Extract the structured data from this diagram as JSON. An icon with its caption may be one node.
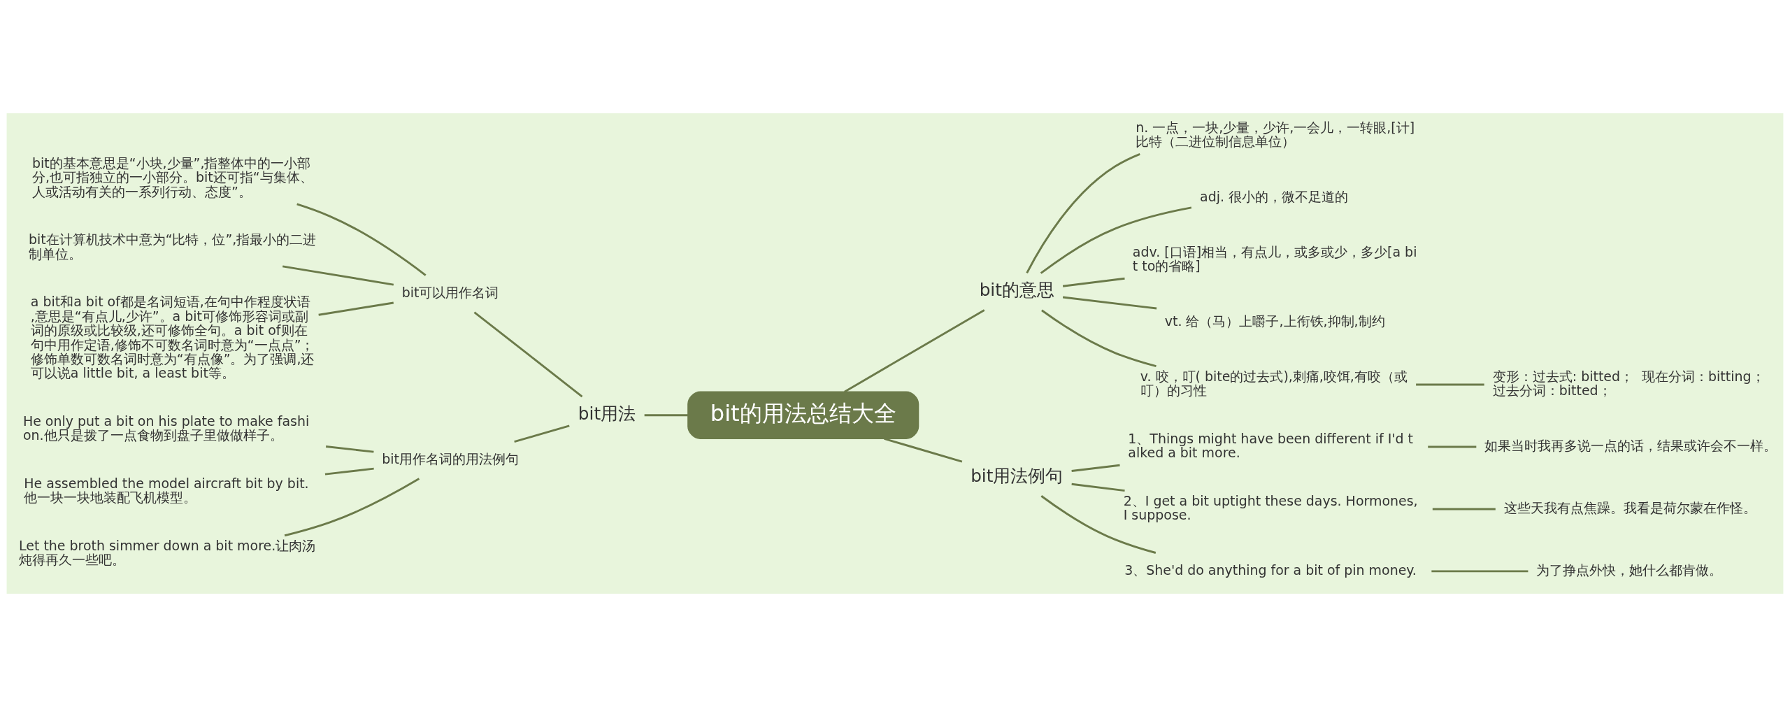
{
  "diagram": {
    "nodes": [
      {
        "text": [
          "bit的用法总结大全"
        ]
      },
      {
        "text": [
          "bit的意思"
        ]
      },
      {
        "text": [
          "n. 一点，一块,少量，少许,一会儿，一转眼,[计] 比特（二进位制信息单位）"
        ]
      },
      {
        "text": [
          "adj. 很小的，微不足道的"
        ]
      },
      {
        "text": [
          "adv. [口语]相当，有点儿，或多或少，多少[a bit to的省略]"
        ]
      },
      {
        "text": [
          "vt. 给（马）上嚼子,上衔铁,抑制,制约"
        ]
      },
      {
        "text": [
          "v. 咬，叮( bite的过去式),刺痛,咬饵,有咬（或叮）的习性"
        ]
      },
      {
        "text": [
          "变形：过去式: bitted；  现在分词：bitting；过去分词：bitted；"
        ]
      },
      {
        "text": [
          "bit用法例句"
        ]
      },
      {
        "text": [
          "1、Things might have been different if I'd talked a bit more."
        ]
      },
      {
        "text": [
          "如果当时我再多说一点的话，结果或许会不一样。"
        ]
      },
      {
        "text": [
          "2、I get a bit uptight these days. Hormones, I suppose."
        ]
      },
      {
        "text": [
          "这些天我有点焦躁。我看是荷尔蒙在作怪。"
        ]
      },
      {
        "text": [
          "3、She'd do anything for a bit of pin money."
        ]
      },
      {
        "text": [
          "为了挣点外快，她什么都肯做。"
        ]
      },
      {
        "text": [
          "bit用法"
        ]
      },
      {
        "text": [
          "bit可以用作名词"
        ]
      },
      {
        "text": [
          "bit的基本意思是“小块,少量”,指整体中的一小部分,也可指独立的一小部分。bit还可指“与集体、人或活动有关的一系列行动、态度”。"
        ]
      },
      {
        "text": [
          "bit在计算机技术中意为“比特，位”,指最小的二进制单位。"
        ]
      },
      {
        "text": [
          "a bit和a bit of都是名词短语,在句中作程度状语,意思是“有点儿,少许”。a bit可修饰形容词或副词的原级或比较级,还可修饰全句。a bit of则在句中用作定语,修饰不可数名词时意为“一点点”；修饰单数可数名词时意为“有点像”。为了强调,还可以说a little bit, a least bit等。"
        ]
      },
      {
        "text": [
          "bit用作名词的用法例句"
        ]
      },
      {
        "text": [
          "He only put a bit on his plate to make fashion.他只是拨了一点食物到盘子里做做样子。"
        ]
      },
      {
        "text": [
          "He assembled the model aircraft bit by bit.他一块一块地装配飞机模型。"
        ]
      },
      {
        "text": [
          "Let the broth simmer down a bit more.让肉汤炖得再久一些吧。"
        ]
      }
    ],
    "edges": [
      {
        "from": 0,
        "to": 1,
        "arrow": "none"
      },
      {
        "from": 1,
        "to": 2,
        "arrow": "none"
      },
      {
        "from": 1,
        "to": 3,
        "arrow": "none"
      },
      {
        "from": 1,
        "to": 4,
        "arrow": "none"
      },
      {
        "from": 1,
        "to": 5,
        "arrow": "none"
      },
      {
        "from": 1,
        "to": 6,
        "arrow": "none"
      },
      {
        "from": 6,
        "to": 7,
        "arrow": "none"
      },
      {
        "from": 0,
        "to": 8,
        "arrow": "none"
      },
      {
        "from": 8,
        "to": 9,
        "arrow": "none"
      },
      {
        "from": 9,
        "to": 10,
        "arrow": "none"
      },
      {
        "from": 8,
        "to": 11,
        "arrow": "none"
      },
      {
        "from": 11,
        "to": 12,
        "arrow": "none"
      },
      {
        "from": 8,
        "to": 13,
        "arrow": "none"
      },
      {
        "from": 13,
        "to": 14,
        "arrow": "none"
      },
      {
        "from": 0,
        "to": 15,
        "arrow": "none"
      },
      {
        "from": 15,
        "to": 16,
        "arrow": "none"
      },
      {
        "from": 16,
        "to": 17,
        "arrow": "none"
      },
      {
        "from": 16,
        "to": 18,
        "arrow": "none"
      },
      {
        "from": 16,
        "to": 19,
        "arrow": "none"
      },
      {
        "from": 15,
        "to": 20,
        "arrow": "none"
      },
      {
        "from": 20,
        "to": 21,
        "arrow": "none"
      },
      {
        "from": 20,
        "to": 22,
        "arrow": "none"
      },
      {
        "from": 20,
        "to": 23,
        "arrow": "none"
      }
    ]
  }
}
